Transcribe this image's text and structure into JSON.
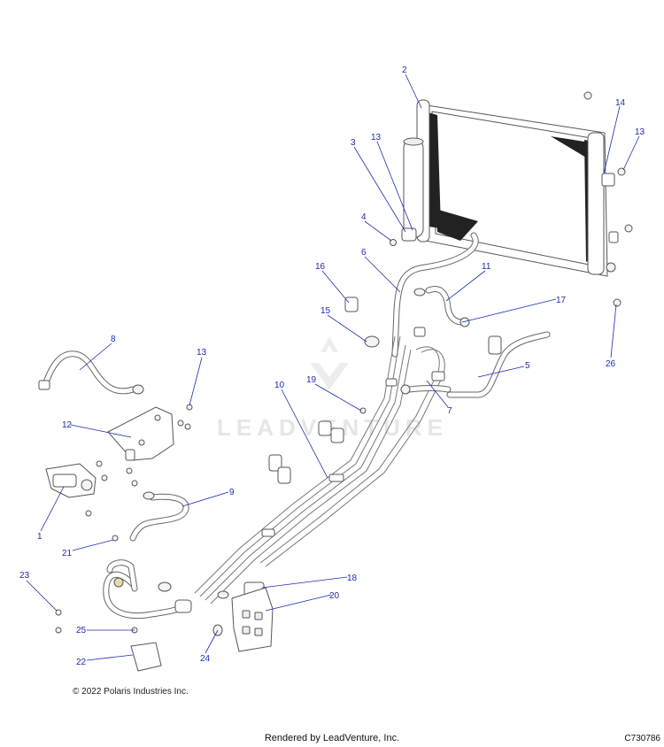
{
  "callouts": [
    {
      "id": "c2",
      "label": "2"
    },
    {
      "id": "c14",
      "label": "14"
    },
    {
      "id": "c13a",
      "label": "13"
    },
    {
      "id": "c3",
      "label": "3"
    },
    {
      "id": "c13b",
      "label": "13"
    },
    {
      "id": "c4",
      "label": "4"
    },
    {
      "id": "c6",
      "label": "6"
    },
    {
      "id": "c11",
      "label": "11"
    },
    {
      "id": "c16",
      "label": "16"
    },
    {
      "id": "c17",
      "label": "17"
    },
    {
      "id": "c15",
      "label": "15"
    },
    {
      "id": "c26",
      "label": "26"
    },
    {
      "id": "c8",
      "label": "8"
    },
    {
      "id": "c13c",
      "label": "13"
    },
    {
      "id": "c5",
      "label": "5"
    },
    {
      "id": "c10",
      "label": "10"
    },
    {
      "id": "c19",
      "label": "19"
    },
    {
      "id": "c7",
      "label": "7"
    },
    {
      "id": "c12",
      "label": "12"
    },
    {
      "id": "c9",
      "label": "9"
    },
    {
      "id": "c1",
      "label": "1"
    },
    {
      "id": "c21",
      "label": "21"
    },
    {
      "id": "c23",
      "label": "23"
    },
    {
      "id": "c18",
      "label": "18"
    },
    {
      "id": "c20",
      "label": "20"
    },
    {
      "id": "c25",
      "label": "25"
    },
    {
      "id": "c24",
      "label": "24"
    },
    {
      "id": "c22",
      "label": "22"
    }
  ],
  "watermark": "LEADVENTURE",
  "copyright": "© 2022 Polaris Industries Inc.",
  "rendered_by": "Rendered by LeadVenture, Inc.",
  "drawing_id": "C730786"
}
